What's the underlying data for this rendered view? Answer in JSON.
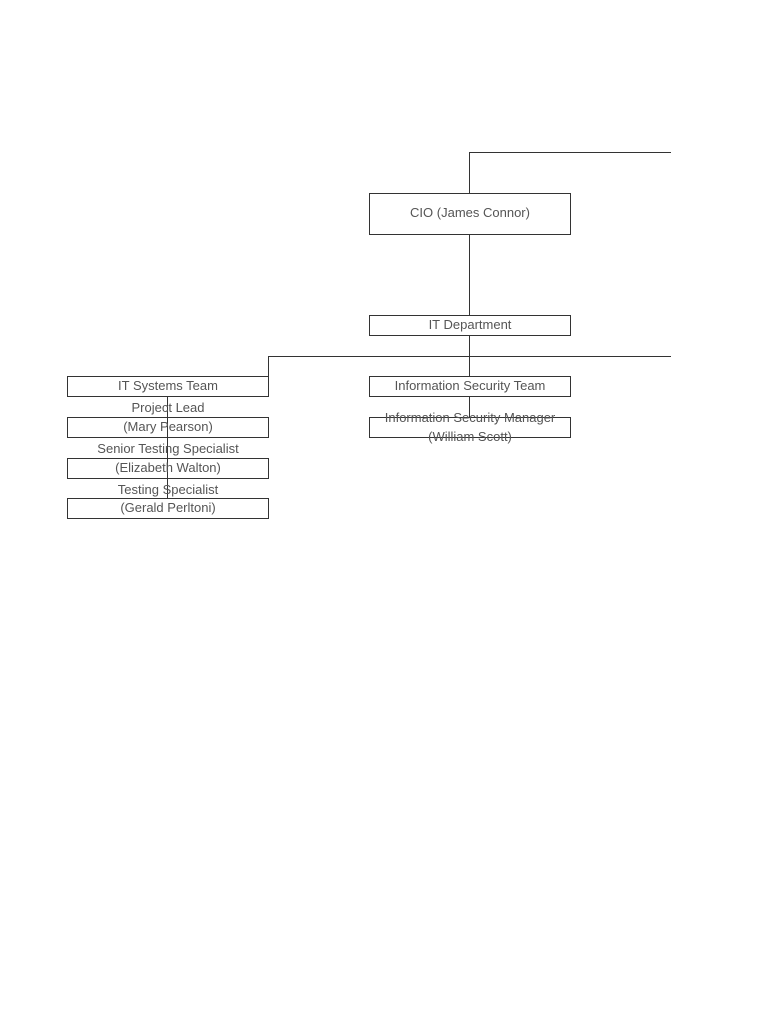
{
  "org_chart": {
    "cio": "CIO (James Connor)",
    "it_department": "IT Department",
    "it_systems_team": {
      "title": "IT Systems Team",
      "members": [
        {
          "role": "Project Lead",
          "name": "(Mary Pearson)"
        },
        {
          "role": "Senior Testing Specialist",
          "name": "(Elizabeth Walton)"
        },
        {
          "role": "Testing Specialist",
          "name": "(Gerald Perltoni)"
        }
      ]
    },
    "information_security_team": {
      "title": "Information Security Team",
      "members": [
        {
          "role": "Information Security Manager",
          "name": "(William Scott)"
        }
      ]
    }
  }
}
